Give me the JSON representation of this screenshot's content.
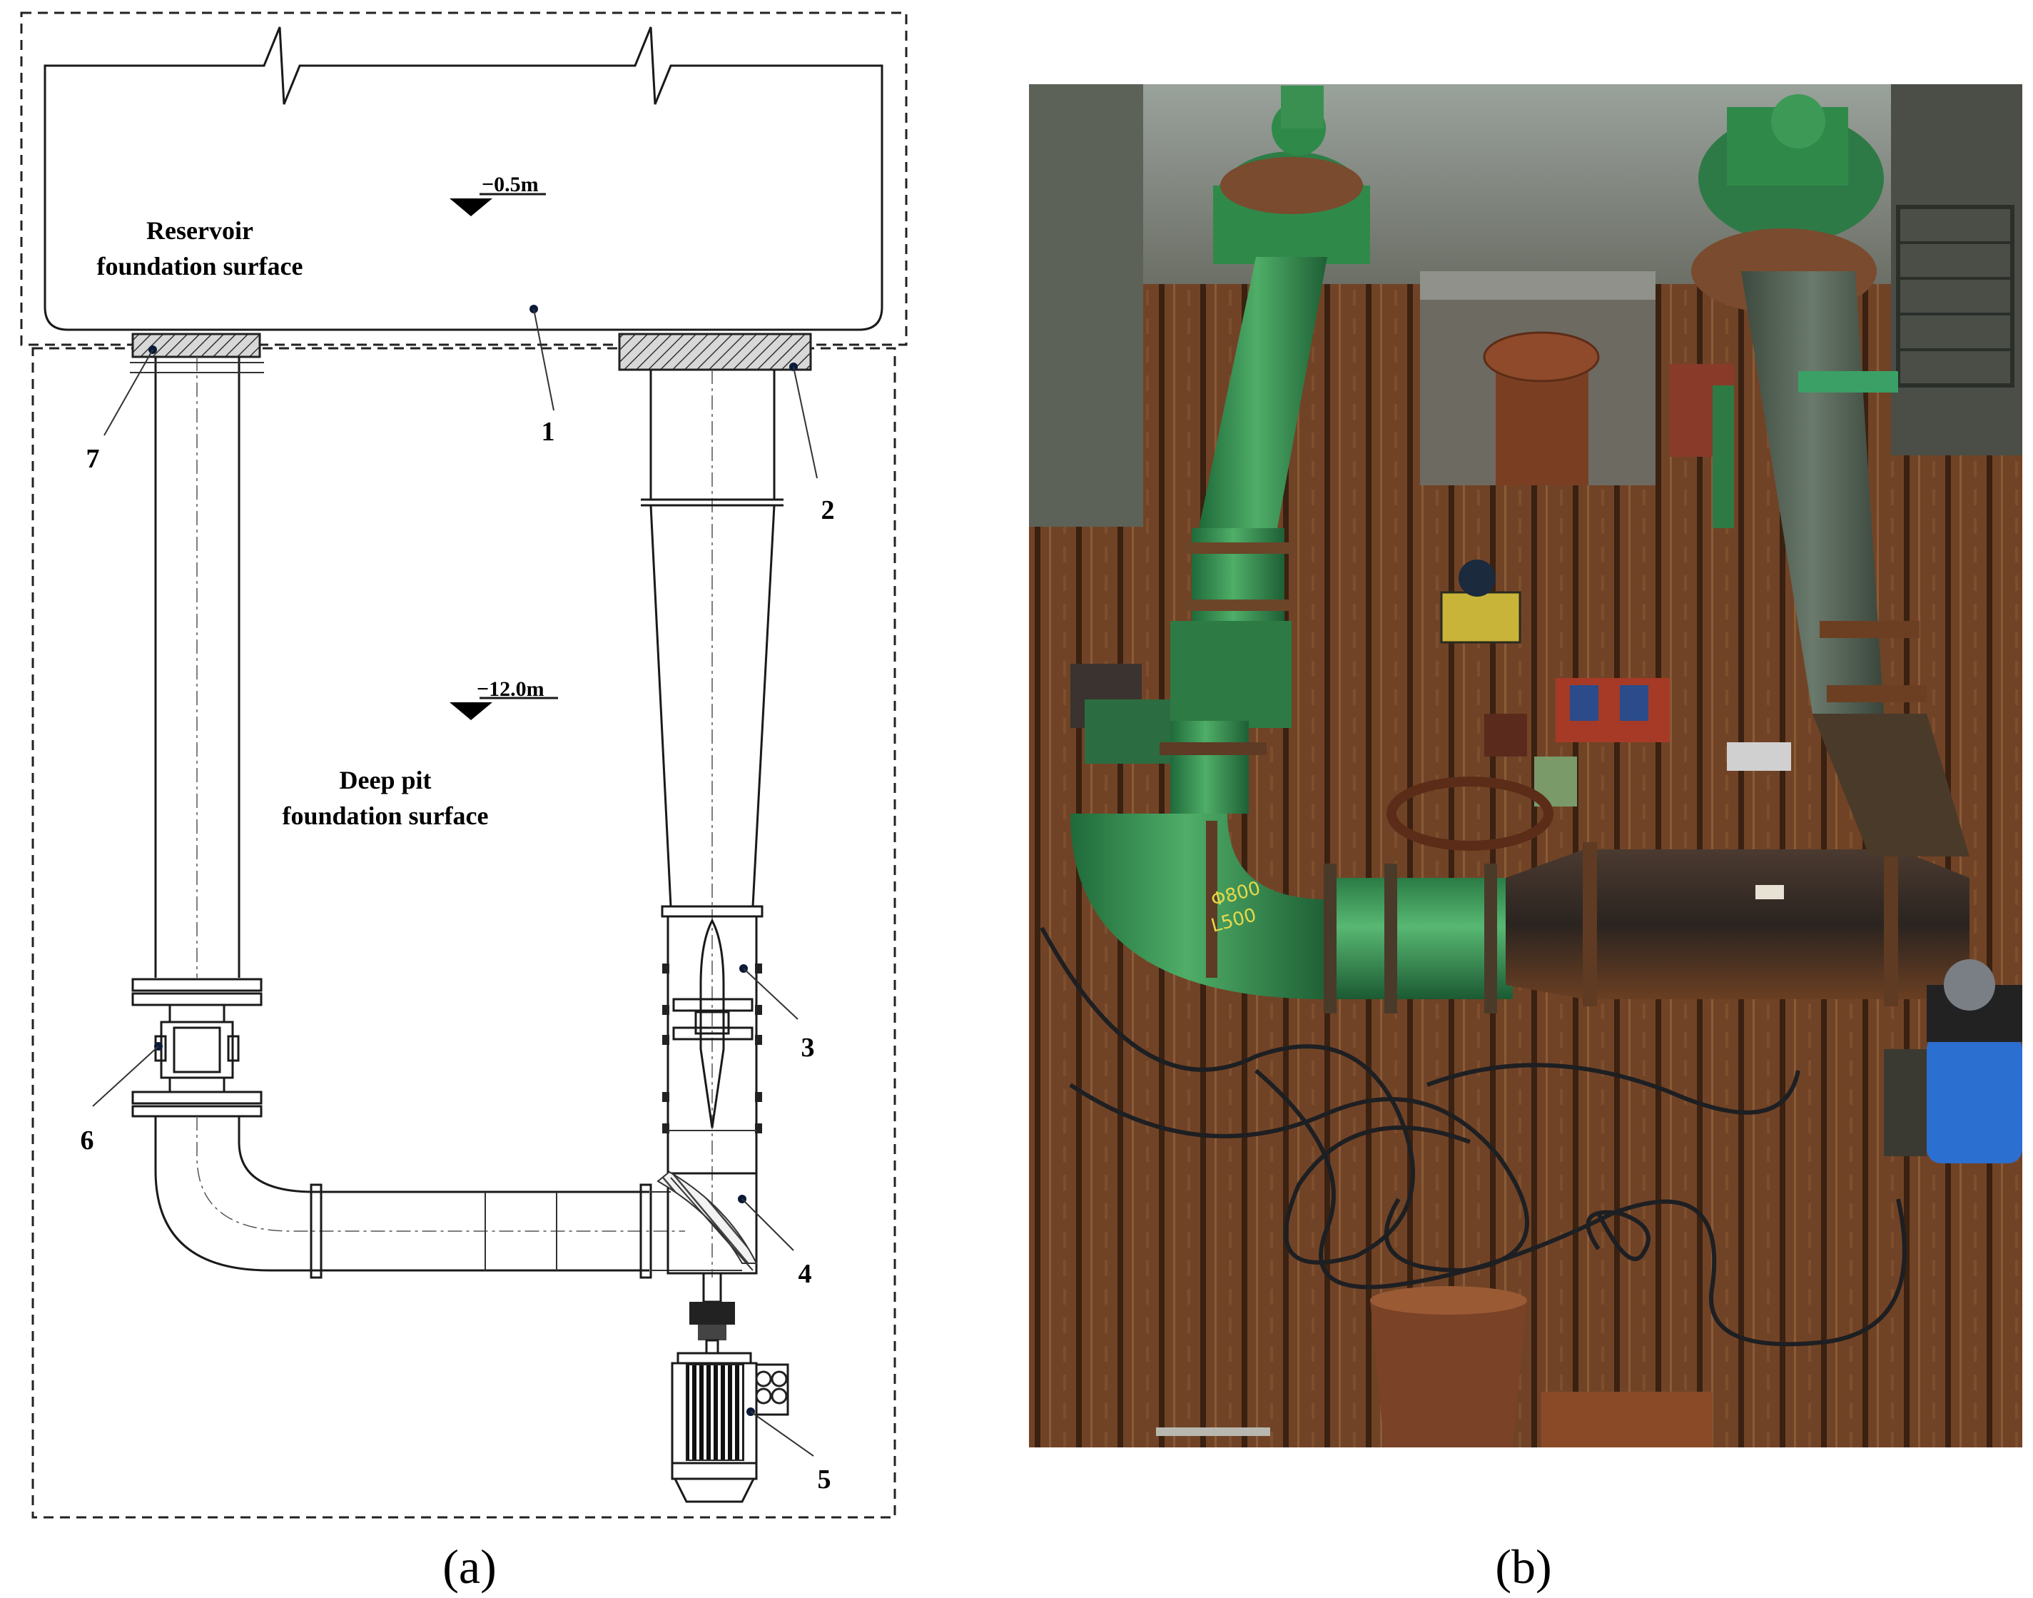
{
  "panel_a": {
    "reservoir_label": [
      "Reservoir",
      "foundation surface"
    ],
    "reservoir_level": "−0.5m",
    "pit_label": [
      "Deep pit",
      "foundation surface"
    ],
    "pit_level": "−12.0m",
    "component_numbers": [
      "1",
      "2",
      "3",
      "4",
      "5",
      "6",
      "7"
    ],
    "caption": "(a)"
  },
  "panel_b": {
    "pipe_marking": [
      "Φ800",
      "L500"
    ],
    "caption": "(b)"
  },
  "colors": {
    "pipe_green": "#3f9a57",
    "floor_rust": "#7a4a2c",
    "pit_wall": "#8a8f88",
    "motor_blue": "#2b6fd0"
  }
}
